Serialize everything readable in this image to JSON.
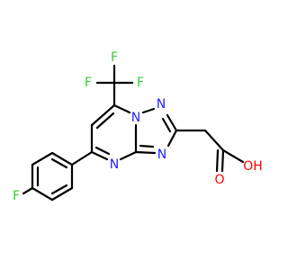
{
  "molecule": {
    "atoms": {
      "f_top": "F",
      "f_left": "F",
      "f_right": "F",
      "n1": "N",
      "n2": "N",
      "n3": "N",
      "n4": "N",
      "f_aryl": "F",
      "o_carbonyl": "O",
      "oh": "OH"
    },
    "colors": {
      "bond": "#000000",
      "fluorine": "#33cc33",
      "nitrogen": "#1f1fff",
      "oxygen": "#ff0000"
    }
  }
}
